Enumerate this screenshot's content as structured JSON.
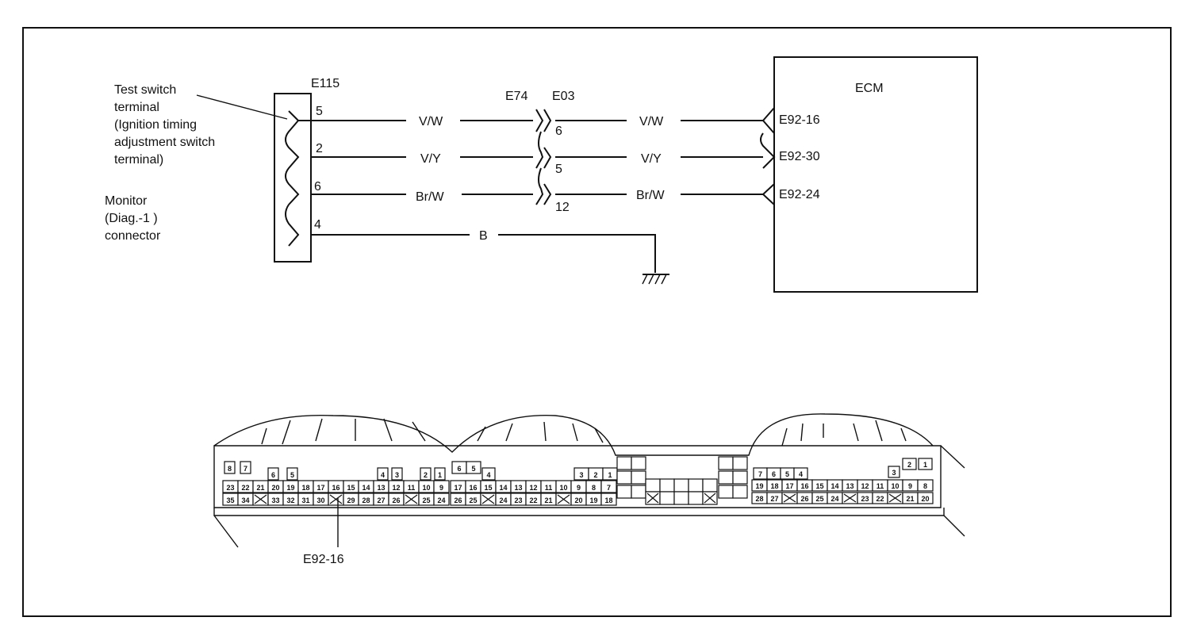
{
  "labels": {
    "test_switch": [
      "Test switch",
      "terminal",
      "(Ignition timing",
      "adjustment switch",
      "terminal)"
    ],
    "monitor": [
      "Monitor",
      "(Diag.-1 )",
      "connector"
    ],
    "e115": "E115",
    "e74": "E74",
    "e03": "E03",
    "ecm": "ECM",
    "callout_e92_16": "E92-16"
  },
  "wires": [
    {
      "pin": "5",
      "left_color": "V/W",
      "junction_pin": "6",
      "right_color": "V/W",
      "ecm_terminal": "E92-16"
    },
    {
      "pin": "2",
      "left_color": "V/Y",
      "junction_pin": "5",
      "right_color": "V/Y",
      "ecm_terminal": "E92-30"
    },
    {
      "pin": "6",
      "left_color": "Br/W",
      "junction_pin": "12",
      "right_color": "Br/W",
      "ecm_terminal": "E92-24"
    },
    {
      "pin": "4",
      "left_color": "B",
      "junction_pin": "",
      "right_color": "",
      "ecm_terminal": ""
    }
  ],
  "ecm_connector": {
    "block1": {
      "row1": [
        "8",
        "7",
        "",
        "",
        "",
        "",
        "",
        "",
        "",
        "",
        "",
        "",
        "",
        "",
        "",
        "",
        ""
      ],
      "row1b": [
        "6",
        "5",
        "4",
        "3",
        "2",
        "1"
      ],
      "row2": [
        "23",
        "22",
        "21",
        "20",
        "19",
        "18",
        "17",
        "16",
        "15",
        "14",
        "13",
        "12",
        "11",
        "10",
        "9"
      ],
      "row3": [
        "35",
        "34",
        "X",
        "33",
        "32",
        "31",
        "30",
        "X",
        "29",
        "28",
        "27",
        "26",
        "X",
        "25",
        "24"
      ]
    },
    "block2": {
      "top": [
        "6",
        "5",
        "4",
        "3",
        "2",
        "1"
      ],
      "row2": [
        "17",
        "16",
        "15",
        "14",
        "13",
        "12",
        "11",
        "10",
        "9",
        "8",
        "7"
      ],
      "row3": [
        "26",
        "25",
        "X",
        "24",
        "23",
        "22",
        "21",
        "X",
        "20",
        "19",
        "18"
      ]
    },
    "block4": {
      "top": [
        "7",
        "6",
        "5",
        "4",
        "3",
        "2",
        "1"
      ],
      "row2": [
        "19",
        "18",
        "17",
        "16",
        "15",
        "14",
        "13",
        "12",
        "11",
        "10",
        "9",
        "8"
      ],
      "row3": [
        "28",
        "27",
        "X",
        "26",
        "25",
        "24",
        "X",
        "23",
        "22",
        "X",
        "21",
        "20"
      ]
    }
  }
}
